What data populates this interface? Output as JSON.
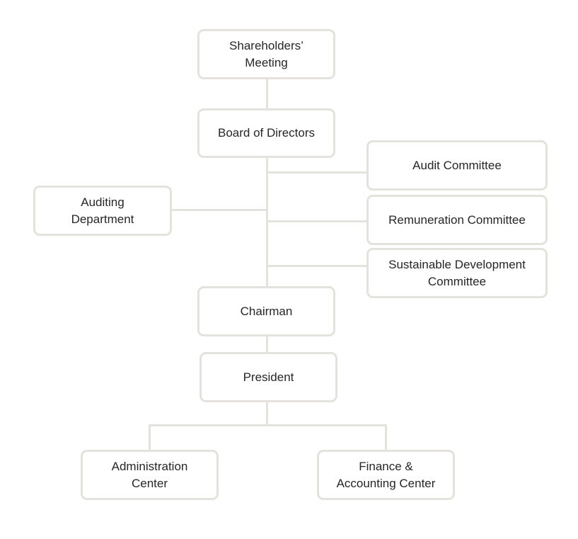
{
  "colors": {
    "box_border": "#e4e2dc",
    "connector": "#e4e2dc",
    "text": "#262626",
    "background": "#ffffff"
  },
  "nodes": {
    "shareholders_meeting": "Shareholders’\nMeeting",
    "board_of_directors": "Board of Directors",
    "audit_committee": "Audit Committee",
    "auditing_department": "Auditing\nDepartment",
    "remuneration_committee": "Remuneration Committee",
    "sustainable_development_committee": "Sustainable Development\nCommittee",
    "chairman": "Chairman",
    "president": "President",
    "administration_center": "Administration\nCenter",
    "finance_accounting_center": "Finance &\nAccounting Center"
  }
}
